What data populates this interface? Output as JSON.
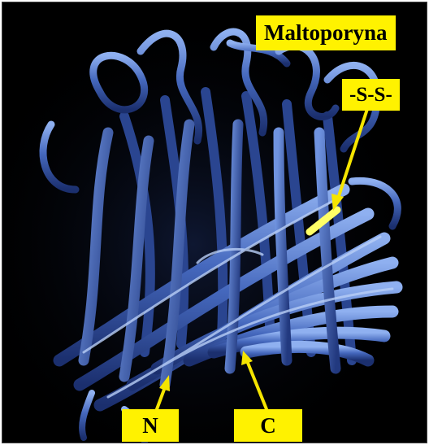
{
  "image": {
    "subject": "beta-barrel protein ribbon model",
    "background_color": "#000000",
    "ribbon_color": "#3f63b8",
    "highlight_color": "#ffff66",
    "label_bg_color": "#fff200",
    "arrow_color": "#f5e500"
  },
  "labels": {
    "title": "Maltoporyna",
    "disulfide": "-S-S-",
    "n_terminus": "N",
    "c_terminus": "C"
  }
}
